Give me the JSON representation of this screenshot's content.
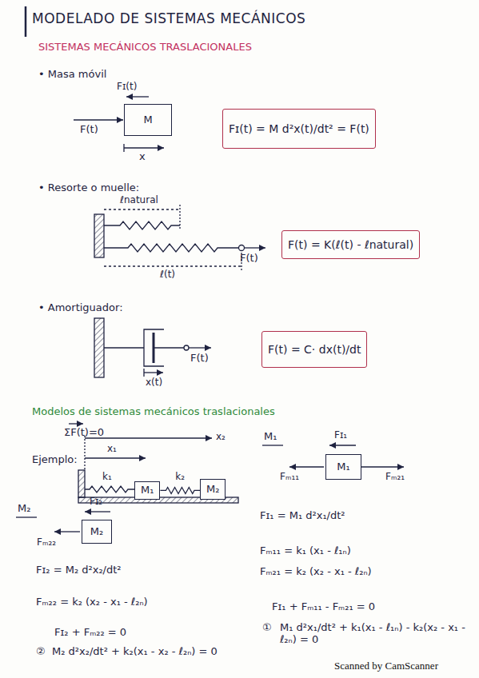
{
  "diagram": {
    "title": "MODELADO DE SISTEMAS MECÁNICOS",
    "nodes": [
      {
        "text": [
          "M"
        ]
      },
      {
        "text": [
          "Fɪ(t) = M d²x(t)/dt² = F(t)"
        ]
      },
      {
        "text": [
          "F(t) = K(ℓ(t) - ℓnatural)"
        ]
      },
      {
        "text": [
          "F(t) = C· dx(t)/dt"
        ]
      },
      {
        "text": [
          "M₁"
        ]
      },
      {
        "text": [
          "M₂"
        ]
      },
      {
        "text": [
          "M₁"
        ]
      },
      {
        "text": [
          "M₂"
        ]
      }
    ],
    "edges": [
      {
        "from": 4,
        "to": 5,
        "label": "k₂",
        "arrow": "none"
      }
    ],
    "labels": [
      "SISTEMAS MECÁNICOS TRASLACIONALES",
      "• Masa móvil",
      "Fɪ(t)",
      "F(t)",
      "x",
      "• Resorte o muelle:",
      "ℓnatural",
      "F(t)",
      "ℓ(t)",
      "• Amortiguador:",
      "F(t)",
      "x(t)",
      "Modelos de sistemas mecánicos traslacionales",
      "ΣF(t)=0",
      "Ejemplo:",
      "x₁",
      "x₂",
      "k₁",
      "M₁",
      "Fɪ₁",
      "Fₘ₁₁",
      "Fₘ₂₁",
      "Fɪ₁ = M₁ d²x₁/dt²",
      "Fₘ₁₁ = k₁ (x₁ - ℓ₁ₙ)",
      "Fₘ₂₁ = k₂ (x₂ - x₁ - ℓ₂ₙ)",
      "Fɪ₁ + Fₘ₁₁ - Fₘ₂₁ = 0",
      "①",
      "M₁ d²x₁/dt² + k₁(x₁ - ℓ₁ₙ) - k₂(x₂ - x₁ - ℓ₂ₙ) = 0",
      "M₂",
      "Fɪ₂",
      "Fₘ₂₂",
      "Fɪ₂ = M₂ d²x₂/dt²",
      "Fₘ₂₂ = k₂ (x₂ - x₁ - ℓ₂ₙ)",
      "Fɪ₂ + Fₘ₂₂ = 0",
      "②",
      "M₂ d²x₂/dt² + k₂(x₁ - x₂ - ℓ₂ₙ) = 0",
      "Scanned by CamScanner"
    ]
  }
}
